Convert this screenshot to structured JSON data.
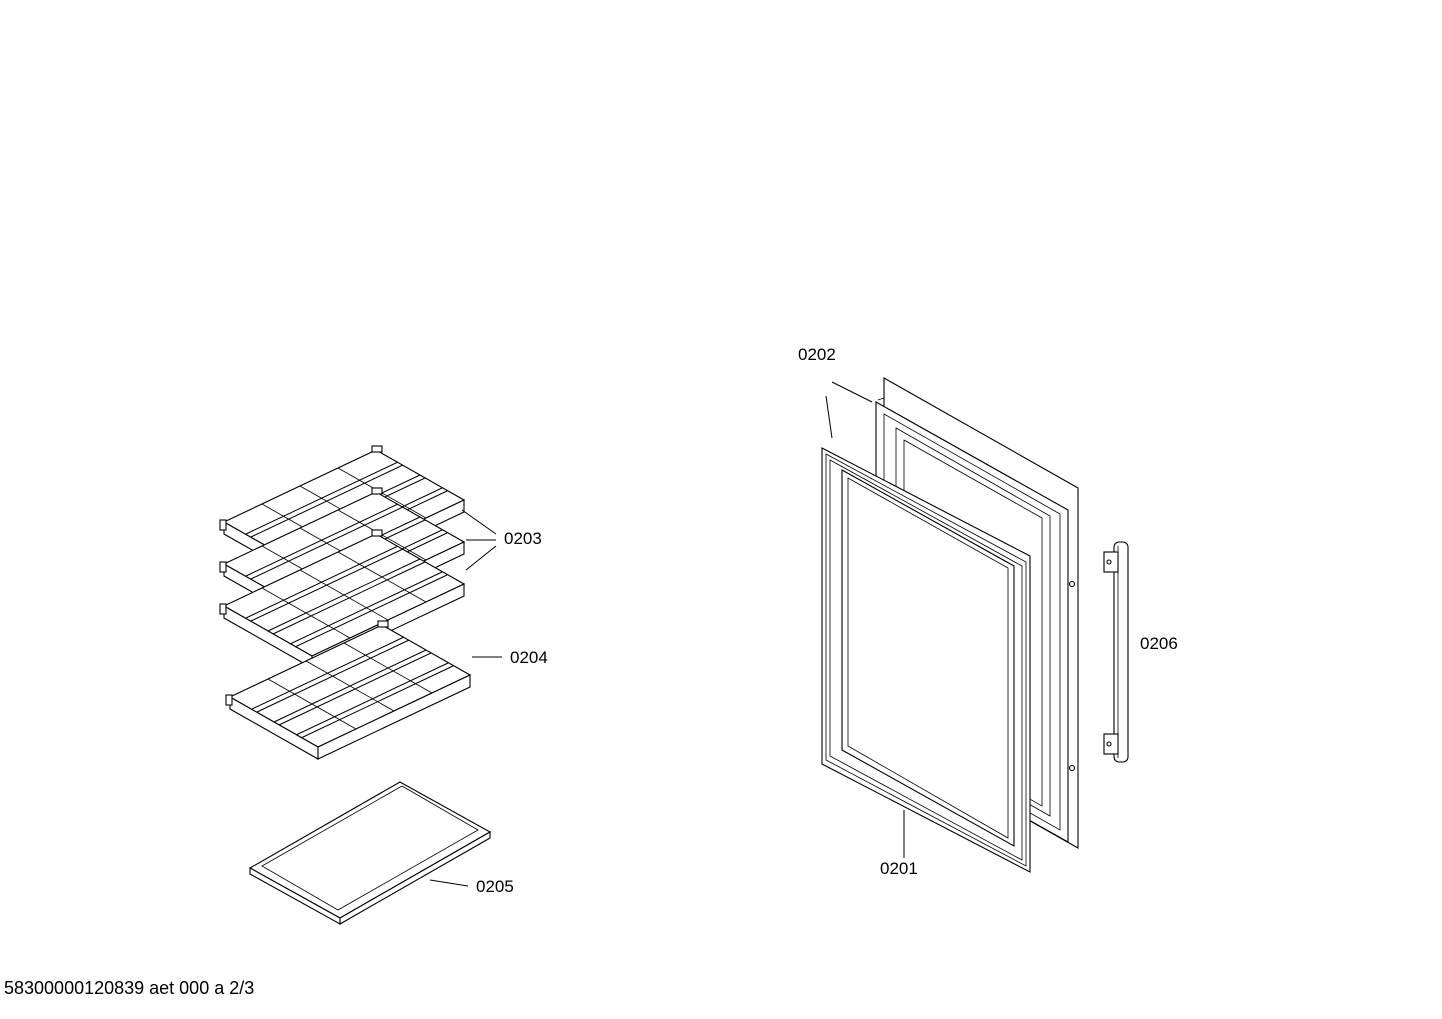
{
  "labels": {
    "p0201": "0201",
    "p0202": "0202",
    "p0203": "0203",
    "p0204": "0204",
    "p0205": "0205",
    "p0206": "0206"
  },
  "footer": "58300000120839 aet 000 a 2/3"
}
